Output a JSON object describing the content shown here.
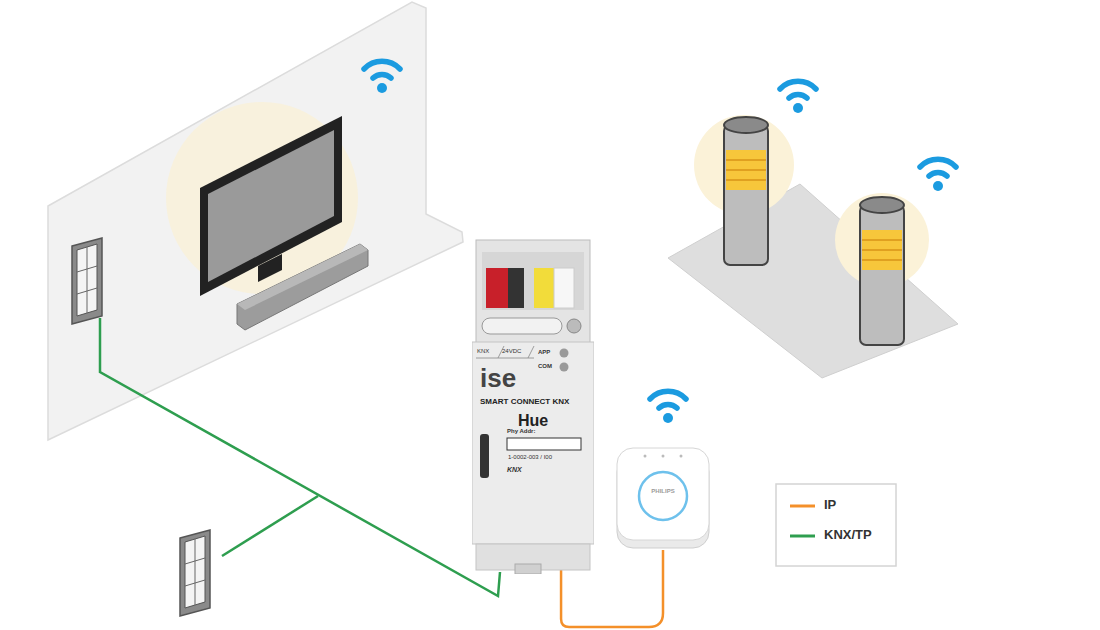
{
  "diagram": {
    "nodes": [
      {
        "text": [
          "KNX",
          "24VDC",
          "APP",
          "COM",
          "ise",
          "SMART CONNECT KNX",
          "Hue",
          "Phy Addr:",
          "1-0002-003 / I00",
          "KNX"
        ]
      },
      {
        "text": [
          "PHILIPS"
        ]
      }
    ],
    "edges": [
      {
        "from": 0,
        "to": 1,
        "arrow": "none"
      }
    ],
    "legend": [
      {
        "text": "IP"
      },
      {
        "text": "KNX/TP"
      }
    ]
  }
}
